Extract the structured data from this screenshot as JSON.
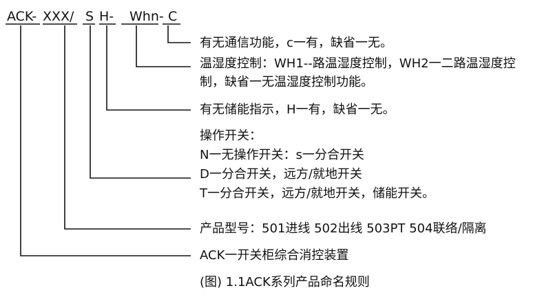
{
  "code_parts": {
    "p1": "ACK-",
    "p2": "XXX/",
    "p3": "S",
    "p4": "H-",
    "p5": "Whn-",
    "p6": "C"
  },
  "descriptions": {
    "c_option": "有无通信功能，c一有，缺省一无。",
    "whn_option_line1": "温湿度控制：WH1--路温湿度控制，WH2一二路温湿度控",
    "whn_option_line2": "制，缺省一无温湿度控制功能。",
    "h_option": "有无储能指示，H一有，缺省一无。",
    "s_title": "操作开关：",
    "s_n": "N一无操作开关：s一分合开关",
    "s_d": "D一分合开关，远方/就地开关",
    "s_t": "T一分合开关，远方/就地开关，储能开关。",
    "model_no": "产品型号：501进线  502出线  503PT  504联络/隔离",
    "ack": "ACK一开关柜综合消控装置"
  },
  "caption": "(图) 1.1ACK系列产品命名规则"
}
